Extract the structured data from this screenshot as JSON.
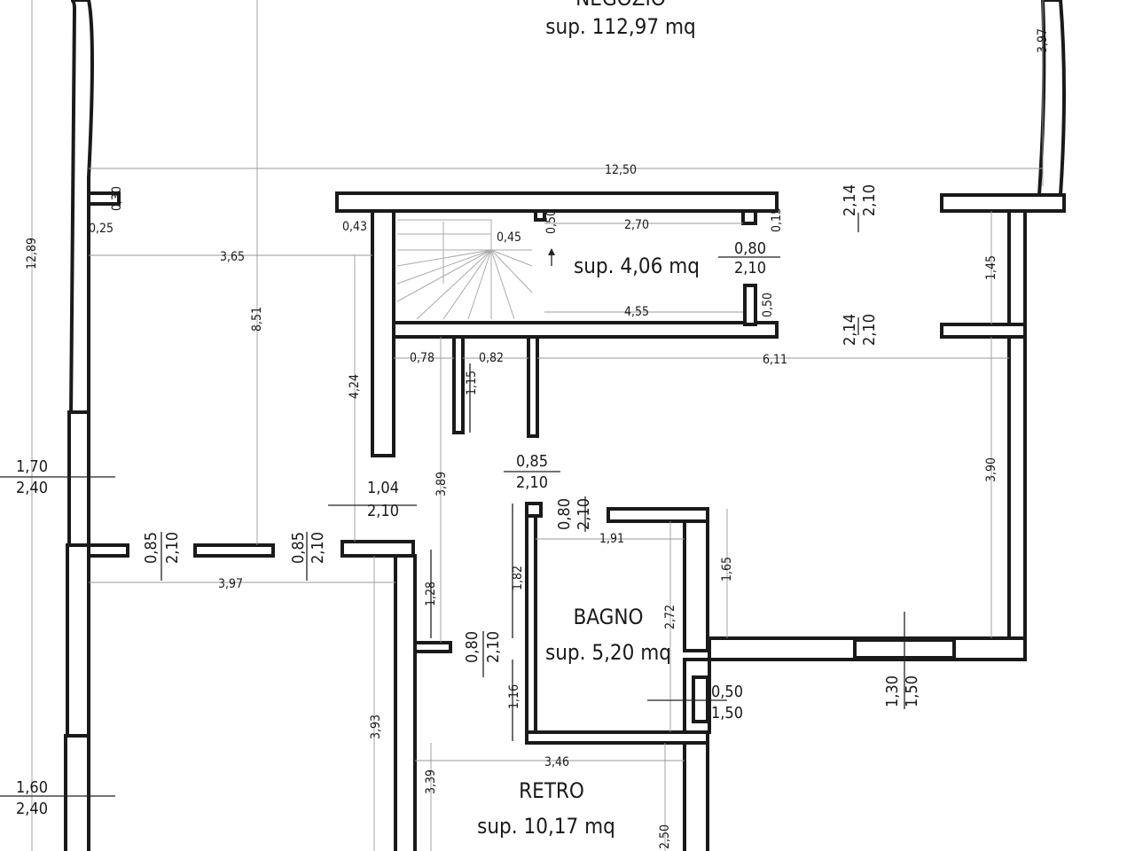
{
  "rooms": {
    "negozio": {
      "name": "NEGOZIO",
      "area": "sup. 112,97 mq"
    },
    "stair_area": {
      "area": "sup. 4,06 mq"
    },
    "bagno": {
      "name": "BAGNO",
      "area": "sup. 5,20 mq"
    },
    "retro": {
      "name": "RETRO",
      "area": "sup. 10,17 mq"
    }
  },
  "dimensions": {
    "d_12_50": "12,50",
    "d_3_97_top": "3,97",
    "d_12_89": "12,89",
    "d_0_30": "0,30",
    "d_0_25": "0,25",
    "d_3_65": "3,65",
    "d_8_51": "8,51",
    "d_0_43": "0,43",
    "d_0_45": "0,45",
    "d_0_50_a": "0,50",
    "d_2_70": "2,70",
    "d_0_15": "0,15",
    "d_4_55": "4,55",
    "d_0_50_b": "0,50",
    "d_1_45": "1,45",
    "d_0_78": "0,78",
    "d_0_82": "0,82",
    "d_1_15": "1,15",
    "d_6_11": "6,11",
    "d_4_24": "4,24",
    "d_3_89": "3,89",
    "d_3_90": "3,90",
    "d_1_91": "1,91",
    "d_1_65": "1,65",
    "d_1_82": "1,82",
    "d_2_72": "2,72",
    "d_3_97_bottom": "3,97",
    "d_1_28": "1,28",
    "d_1_16": "1,16",
    "d_3_93": "3,93",
    "d_3_46": "3,46",
    "d_3_39": "3,39",
    "d_2_50": "2,50"
  },
  "openings": {
    "o_080_210_stair": [
      "0,80",
      "2,10"
    ],
    "o_214_210_top": [
      "2,14",
      "2,10"
    ],
    "o_214_210_mid": [
      "2,14",
      "2,10"
    ],
    "o_170_240": [
      "1,70",
      "2,40"
    ],
    "o_160_240": [
      "1,60",
      "2,40"
    ],
    "o_104_210": [
      "1,04",
      "2,10"
    ],
    "o_085_210_center": [
      "0,85",
      "2,10"
    ],
    "o_085_210_left": [
      "0,85",
      "2,10"
    ],
    "o_085_210_right": [
      "0,85",
      "2,10"
    ],
    "o_080_210_bagno_top": [
      "0,80",
      "2,10"
    ],
    "o_080_210_bagno_side": [
      "0,80",
      "2,10"
    ],
    "o_050_150": [
      "0,50",
      "1,50"
    ],
    "o_130_150": [
      "1,30",
      "1,50"
    ]
  }
}
